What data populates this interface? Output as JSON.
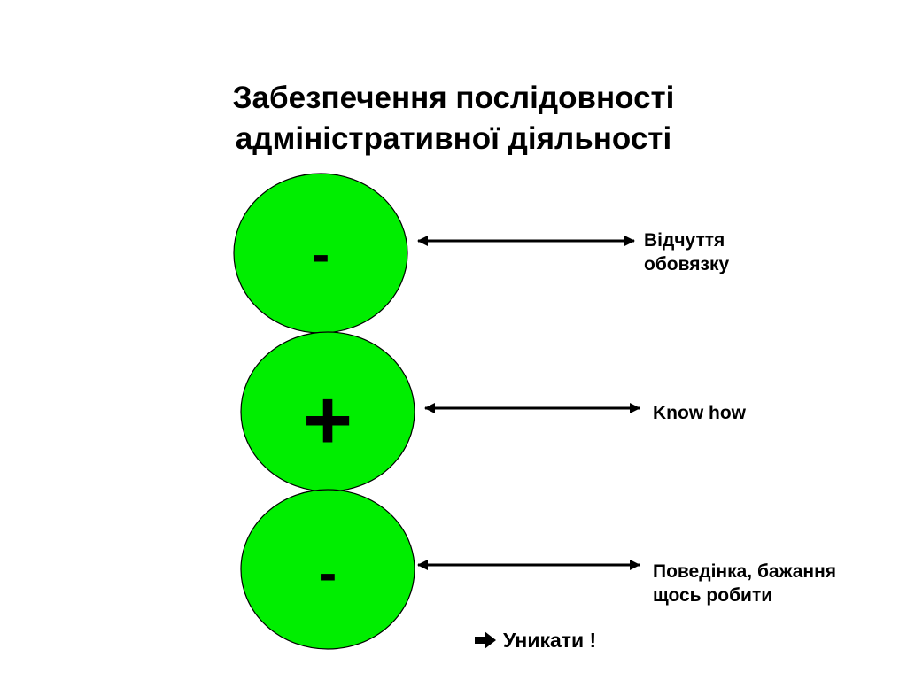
{
  "title": {
    "line1": "Забезпечення послідовності",
    "line2": "адміністративної діяльності"
  },
  "colors": {
    "circle_fill": "#00ee00",
    "circle_stroke": "#000000",
    "text": "#000000"
  },
  "items": [
    {
      "sign": "-",
      "label_line1": "Відчуття",
      "label_line2": "обовязку"
    },
    {
      "sign": "+",
      "label_line1": "Know how",
      "label_line2": ""
    },
    {
      "sign": "-",
      "label_line1": "Поведінка, бажання",
      "label_line2": "щось робити"
    }
  ],
  "footnote": {
    "icon": "right-arrow-icon",
    "text": "Уникати !"
  }
}
